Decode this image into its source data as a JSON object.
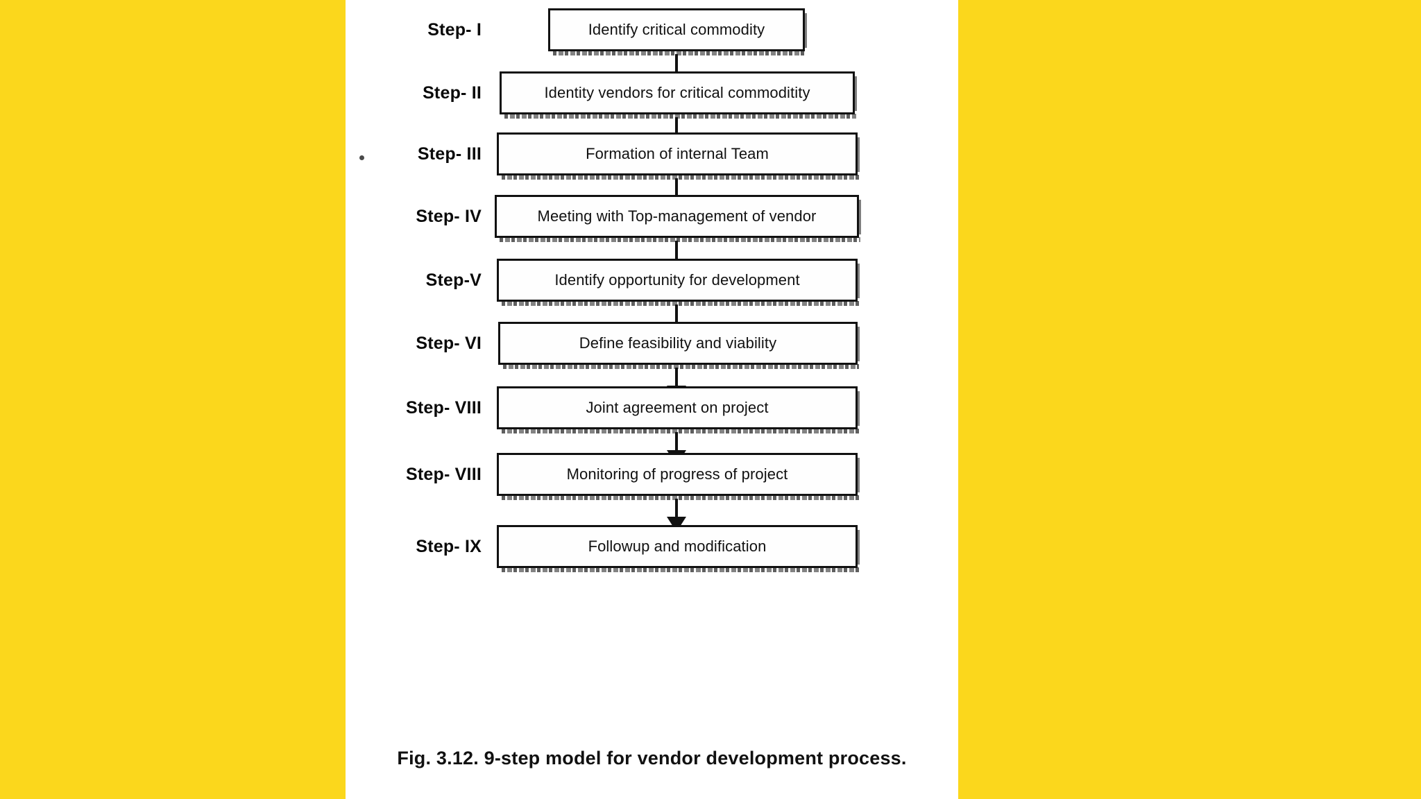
{
  "figure": {
    "caption": "Fig. 3.12. 9-step model for vendor development process.",
    "background_color": "#FBD71C",
    "page_color": "#FFFFFF",
    "ink_color": "#111111"
  },
  "chart_data": {
    "type": "diagram",
    "diagram_type": "vertical-flowchart",
    "title": "Fig. 3.12. 9-step model for vendor development process.",
    "orientation": "top-to-bottom",
    "connector": "single-headed-arrow",
    "node_count": 9,
    "nodes": [
      {
        "step_label": "Step- I",
        "text": "Identify critical commodity"
      },
      {
        "step_label": "Step- II",
        "text": "Identity vendors for critical commoditity"
      },
      {
        "step_label": "Step- III",
        "text": "Formation of internal Team"
      },
      {
        "step_label": "Step- IV",
        "text": "Meeting with Top-management of vendor"
      },
      {
        "step_label": "Step-V",
        "text": "Identify opportunity for development"
      },
      {
        "step_label": "Step- VI",
        "text": "Define feasibility and viability"
      },
      {
        "step_label": "Step- VIII",
        "text": "Joint agreement on project"
      },
      {
        "step_label": "Step- VIII",
        "text": "Monitoring of progress of project"
      },
      {
        "step_label": "Step- IX",
        "text": "Followup and modification"
      }
    ]
  }
}
